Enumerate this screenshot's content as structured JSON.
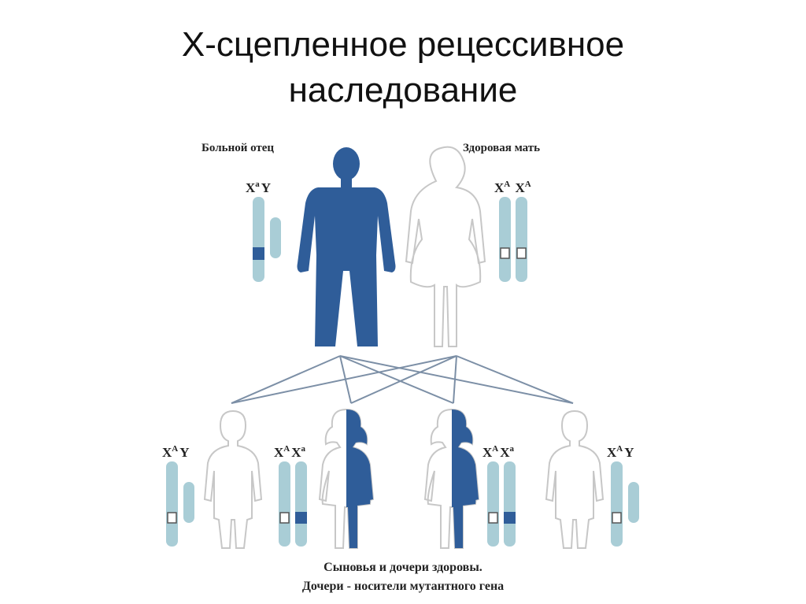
{
  "title": {
    "line1": "X-сцепленное рецессивное",
    "line2": "наследование"
  },
  "parents": {
    "father": {
      "label": "Больной отец",
      "geno": {
        "a": "X",
        "a_sup": "a",
        "b": "Y",
        "b_sup": ""
      }
    },
    "mother": {
      "label": "Здоровая мать",
      "geno": {
        "a": "X",
        "a_sup": "A",
        "b": "X",
        "b_sup": "A"
      }
    }
  },
  "children": [
    {
      "geno": {
        "a": "X",
        "a_sup": "A",
        "b": "Y",
        "b_sup": ""
      }
    },
    {
      "geno": {
        "a": "X",
        "a_sup": "A",
        "b": "X",
        "b_sup": "a"
      }
    },
    {
      "geno": {
        "a": "X",
        "a_sup": "A",
        "b": "X",
        "b_sup": "a"
      }
    },
    {
      "geno": {
        "a": "X",
        "a_sup": "A",
        "b": "Y",
        "b_sup": ""
      }
    }
  ],
  "caption": {
    "line1": "Сыновья и дочери здоровы.",
    "line2": "Дочери - носители мутантного гена"
  },
  "colors": {
    "affected": "#2f5d99",
    "chromosome": "#a9cdd6",
    "outline": "#c7c7c7",
    "lines": "#7c8fa6"
  }
}
